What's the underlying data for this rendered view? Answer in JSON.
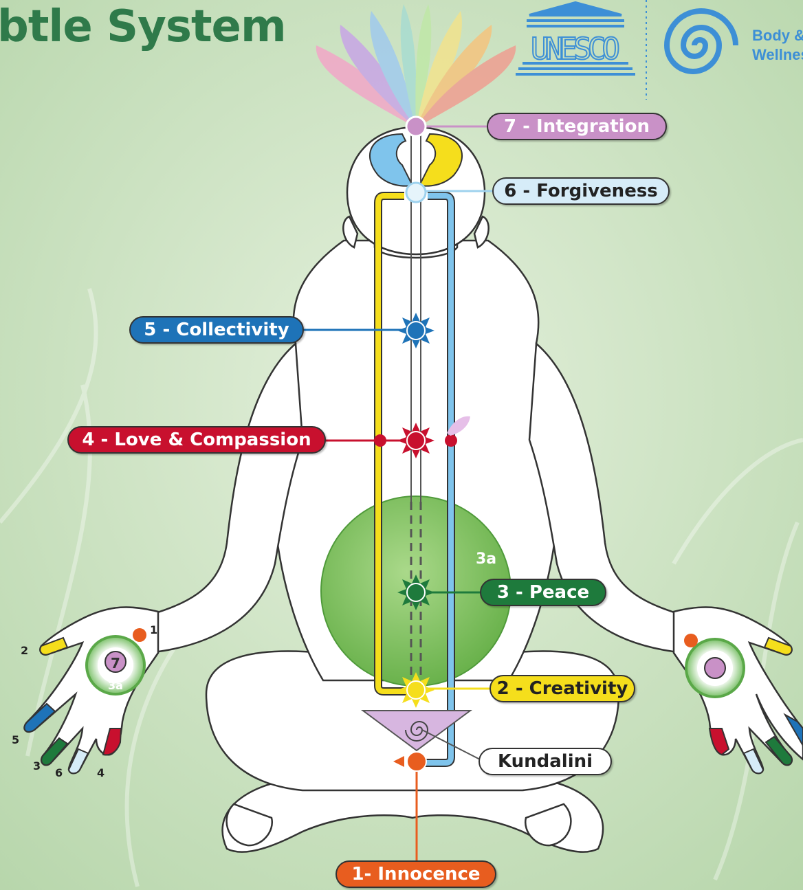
{
  "header": {
    "title": "btle System",
    "brand_line1": "Body &",
    "brand_line2": "Wellnes",
    "unesco_logo_text": "UNESCO"
  },
  "labels": {
    "integration": "7 - Integration",
    "forgiveness": "6 - Forgiveness",
    "collectivity": "5 - Collectivity",
    "love": "4 - Love & Compassion",
    "peace": "3 - Peace",
    "creativity": "2 - Creativity",
    "kundalini": "Kundalini",
    "innocence": "1- Innocence",
    "void": "3a"
  },
  "hand_markers": {
    "center": "7",
    "center_sub": "3a",
    "finger_1": "1",
    "finger_2": "2",
    "finger_3": "3",
    "finger_4": "4",
    "finger_5": "5",
    "finger_6": "6"
  },
  "colors": {
    "integration": "#c991c7",
    "forgiveness": "#d6ecf8",
    "collectivity": "#1e73b8",
    "love": "#c8102e",
    "peace": "#1e7a3c",
    "creativity": "#f2d700",
    "innocence": "#e85d1f",
    "left_channel": "#f5de1c",
    "right_channel": "#7fc4ec",
    "title": "#2f7a4a",
    "brand": "#3d8fd6"
  }
}
